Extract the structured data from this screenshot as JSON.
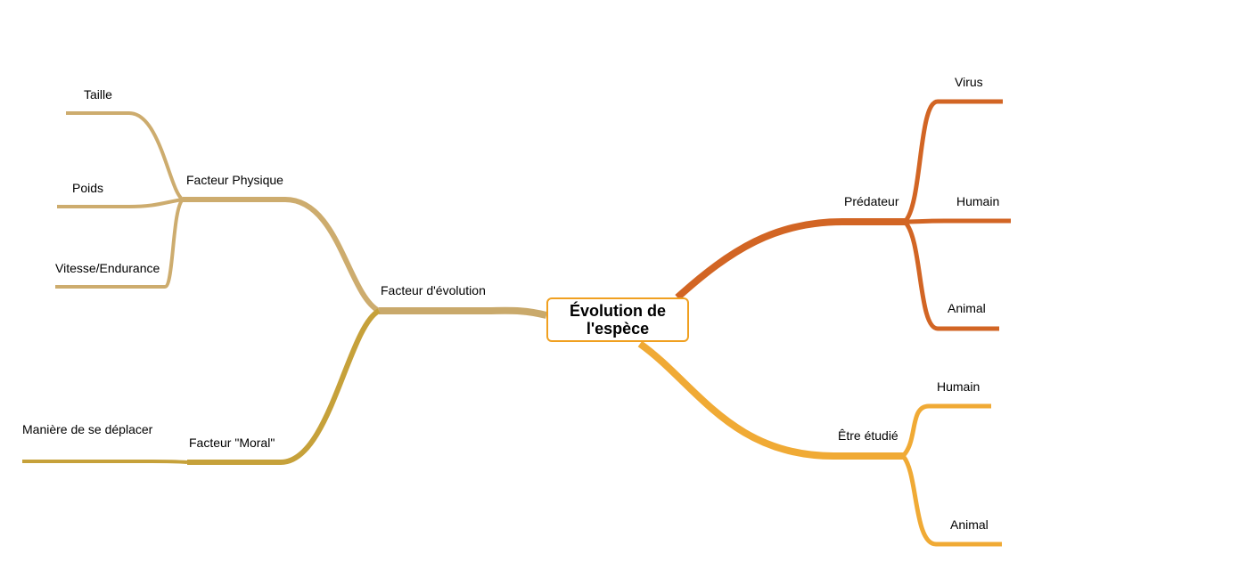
{
  "central_topic": "Évolution  de l'espèce",
  "colors": {
    "branch_physique": "#cdac6e",
    "branch_evolution": "#c9a96b",
    "branch_moral": "#c6a13a",
    "branch_predateur": "#d26524",
    "branch_etudie": "#f0aa35",
    "central_border": "#f0a020",
    "text": "#000000"
  },
  "branches": {
    "evolution": {
      "label": "Facteur d'évolution",
      "physique": {
        "label": "Facteur Physique",
        "children": [
          "Taille",
          "Poids",
          "Vitesse/Endurance"
        ]
      },
      "moral": {
        "label": "Facteur \"Moral\"",
        "children": [
          "Manière de se déplacer"
        ]
      }
    },
    "predateur": {
      "label": "Prédateur",
      "children": [
        "Virus",
        "Humain",
        "Animal"
      ]
    },
    "etudie": {
      "label": "Être étudié",
      "children": [
        "Humain",
        "Animal"
      ]
    }
  }
}
